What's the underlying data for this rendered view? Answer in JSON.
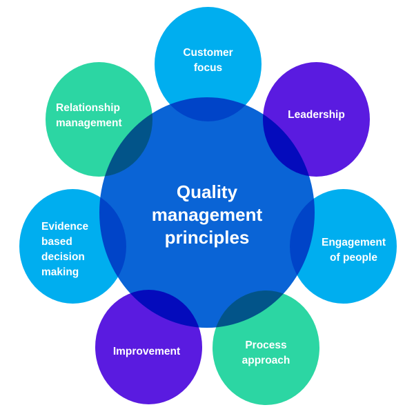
{
  "diagram": {
    "title_lines": [
      "Quality",
      "management",
      "principles"
    ],
    "colors": {
      "center": "#0a64d6",
      "cyan": "#00aeef",
      "purple": "#5a1be0",
      "green": "#2cd6a3",
      "text": "#ffffff",
      "background": "#ffffff"
    },
    "principles": [
      {
        "id": "customer-focus",
        "lines": [
          "Customer",
          "focus"
        ],
        "color": "cyan"
      },
      {
        "id": "leadership",
        "lines": [
          "Leadership"
        ],
        "color": "purple"
      },
      {
        "id": "engagement-of-people",
        "lines": [
          "Engagement",
          "of people"
        ],
        "color": "cyan"
      },
      {
        "id": "process-approach",
        "lines": [
          "Process",
          "approach"
        ],
        "color": "green"
      },
      {
        "id": "improvement",
        "lines": [
          "Improvement"
        ],
        "color": "purple"
      },
      {
        "id": "evidence-based-decision-making",
        "lines": [
          "Evidence",
          "based",
          "decision",
          "making"
        ],
        "color": "cyan"
      },
      {
        "id": "relationship-management",
        "lines": [
          "Relationship",
          "management"
        ],
        "color": "green"
      }
    ]
  }
}
